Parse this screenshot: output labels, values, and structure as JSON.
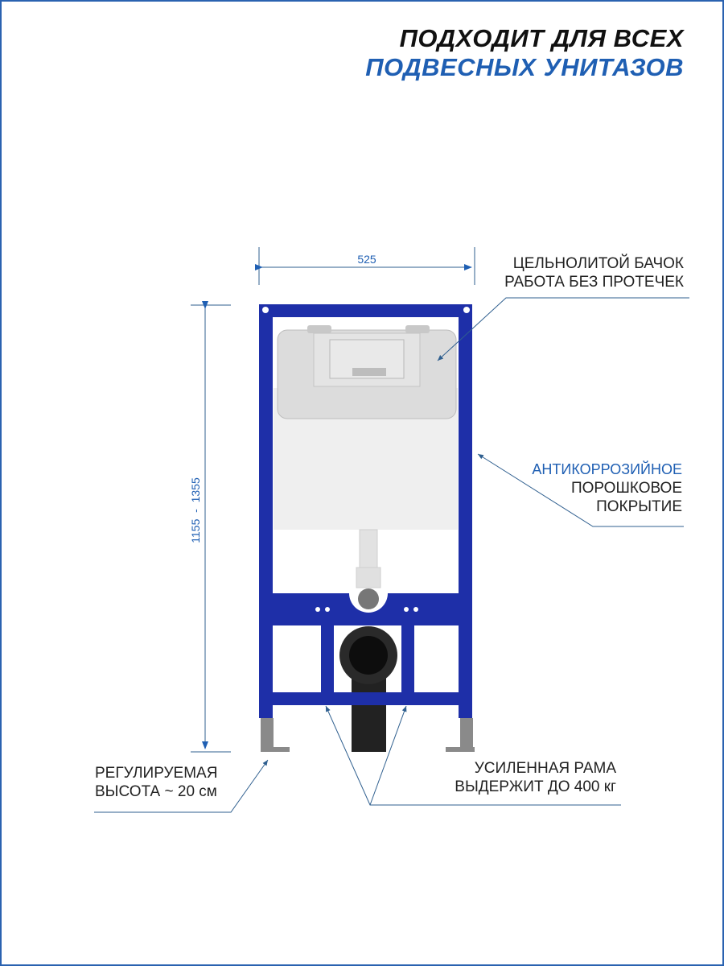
{
  "header": {
    "line1": "ПОДХОДИТ ДЛЯ ВСЕХ",
    "line2": "ПОДВЕСНЫХ УНИТАЗОВ"
  },
  "dimensions": {
    "width": "525",
    "height": "1155  -  1355"
  },
  "callouts": {
    "tank": [
      "ЦЕЛЬНОЛИТОЙ БАЧОК",
      "РАБОТА БЕЗ ПРОТЕЧЕК"
    ],
    "coating": [
      "АНТИКОРРОЗИЙНОЕ",
      "ПОРОШКОВОЕ",
      "ПОКРЫТИЕ"
    ],
    "height": [
      "РЕГУЛИРУЕМАЯ",
      "ВЫСОТА ~ 20 см"
    ],
    "frame": [
      "УСИЛЕННАЯ РАМА",
      "ВЫДЕРЖИТ ДО 400 кг"
    ]
  },
  "colors": {
    "frame": "#1e2fa8",
    "accent": "#1f5fb3",
    "leader": "#2f5f8f"
  }
}
